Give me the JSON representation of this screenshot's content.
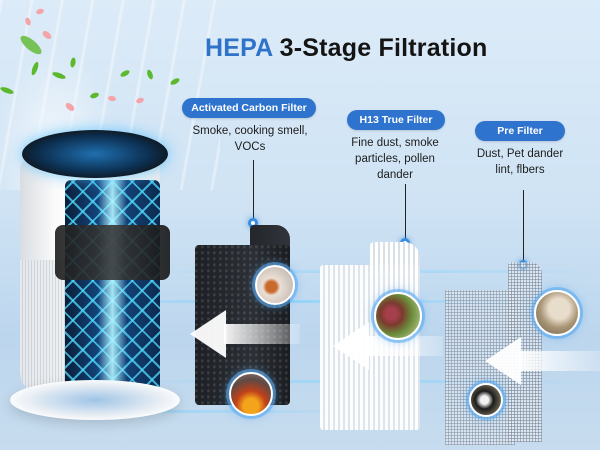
{
  "title": {
    "accent": "HEPA",
    "rest": "3-Stage Filtration"
  },
  "filters": [
    {
      "badge": "Activated Carbon Filter",
      "desc_line1": "Smoke, cooking smell,",
      "desc_line2": "VOCs",
      "photos": [
        "cooking-smoke-photo",
        "fire-smoke-photo"
      ]
    },
    {
      "badge": "H13 True Filter",
      "desc_line1": "Fine dust, smoke",
      "desc_line2": "particles, pollen",
      "desc_line3": "dander",
      "photos": [
        "pollen-flowers-photo"
      ]
    },
    {
      "badge": "Pre Filter",
      "desc_line1": "Dust, Pet dander",
      "desc_line2": "lint, flbers",
      "photos": [
        "dust-cat-photo",
        "dog-photo"
      ]
    }
  ],
  "colors": {
    "accent_blue": "#2f73c9",
    "badge_blue": "#2e74cf",
    "title_dark": "#141414",
    "background": "#d4e6f5"
  }
}
